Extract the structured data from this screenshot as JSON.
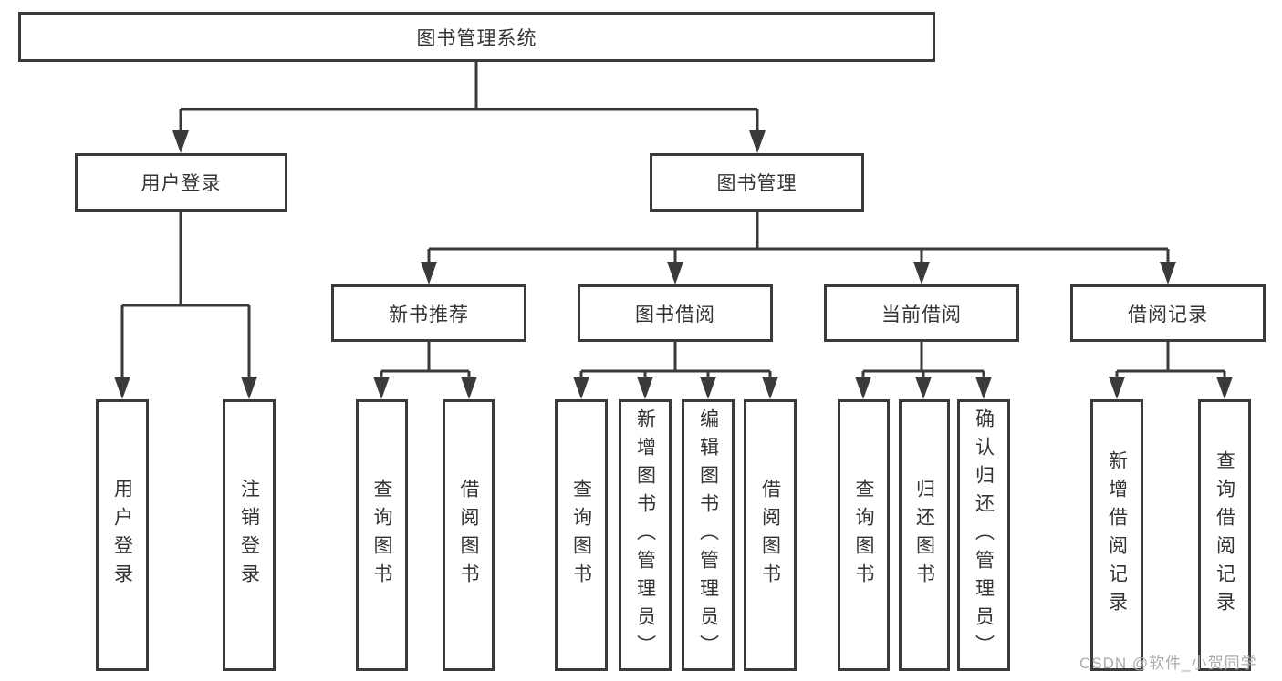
{
  "diagram": {
    "root_label": "图书管理系统",
    "branches": {
      "user_login": "用户登录",
      "book_management": "图书管理"
    },
    "modules": [
      "新书推荐",
      "图书借阅",
      "当前借阅",
      "借阅记录"
    ],
    "leaves": {
      "user_login": [
        "用户登录",
        "注销登录"
      ],
      "new_book": [
        "查询图书",
        "借阅图书"
      ],
      "book_borrow": [
        "查询图书",
        "新增图书（管理员）",
        "编辑图书（管理员）",
        "借阅图书"
      ],
      "current_borrow": [
        "查询图书",
        "归还图书",
        "确认归还（管理员）"
      ],
      "borrow_record": [
        "新增借阅记录",
        "查询借阅记录"
      ]
    }
  },
  "watermark": "CSDN @软件_小贺同学",
  "colors": {
    "line": "#3a3a3a",
    "box_border": "#3a3a3a",
    "text": "#333333",
    "watermark": "#ababab",
    "background": "#ffffff"
  }
}
